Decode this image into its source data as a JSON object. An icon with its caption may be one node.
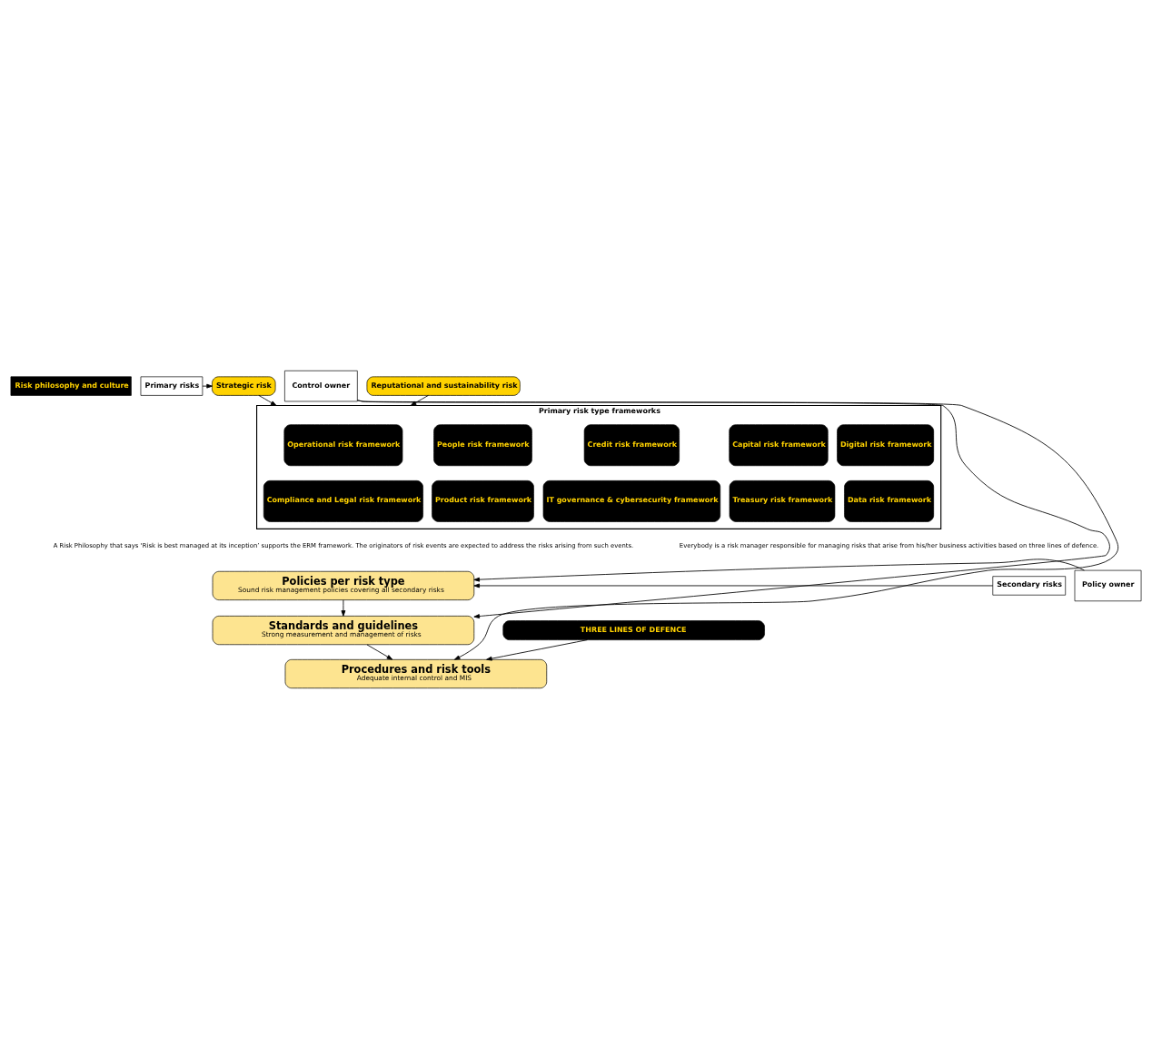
{
  "diagram": {
    "nodes": [
      {
        "text": [
          "Risk philosophy and culture"
        ]
      },
      {
        "text": [
          "Primary risks"
        ]
      },
      {
        "text": [
          "Secondary risks"
        ]
      },
      {
        "text": [
          "Strategic risk"
        ]
      },
      {
        "text": [
          "Primary risk type frameworks"
        ]
      },
      {
        "text": [
          "Operational risk framework"
        ],
        "in": 4
      },
      {
        "text": [
          "Capital risk framework"
        ],
        "in": 4
      },
      {
        "text": [
          "Credit risk framework"
        ],
        "in": 4
      },
      {
        "text": [
          "People risk framework"
        ],
        "in": 4
      },
      {
        "text": [
          "Digital risk framework"
        ],
        "in": 4
      },
      {
        "text": [
          "Compliance and Legal risk framework"
        ],
        "in": 4
      },
      {
        "text": [
          "Treasury risk framework"
        ],
        "in": 4
      },
      {
        "text": [
          "IT governance & cybersecurity framework"
        ],
        "in": 4
      },
      {
        "text": [
          "Product risk framework"
        ],
        "in": 4
      },
      {
        "text": [
          "Data risk framework"
        ],
        "in": 4
      },
      {
        "text": [
          "Reputational and sustainability risk"
        ]
      },
      {
        "text": [
          "Policies per risk type",
          "Sound risk management policies covering all secondary risks"
        ]
      },
      {
        "text": [
          "Standards and guidelines",
          "Strong measurement and management of risks"
        ]
      },
      {
        "text": [
          "Procedures and risk tools",
          "Adequate internal control and MIS"
        ]
      },
      {
        "text": [
          "Policy owner"
        ]
      },
      {
        "text": [
          "Control owner"
        ]
      },
      {
        "text": [
          "THREE LINES OF DEFENCE"
        ]
      }
    ],
    "edges": [
      {
        "from": 1,
        "to": 3,
        "arrow": "to"
      },
      {
        "from": 3,
        "to": 4,
        "arrow": "to"
      },
      {
        "from": 15,
        "to": 4,
        "arrow": "to"
      },
      {
        "from": 2,
        "to": 16,
        "arrow": "to"
      },
      {
        "from": 16,
        "to": 17,
        "arrow": "to"
      },
      {
        "from": 17,
        "to": 18,
        "arrow": "to"
      },
      {
        "from": 21,
        "to": 18,
        "arrow": "to"
      },
      {
        "from": 19,
        "to": 16,
        "arrow": "to"
      },
      {
        "from": 20,
        "to": 17,
        "arrow": "to"
      },
      {
        "from": 20,
        "to": 18,
        "arrow": "to"
      }
    ],
    "labels": [
      "A Risk Philosophy that says ‘Risk is best managed at its inception’ supports the ERM framework. The originators of risk events are expected to address the risks arising from such events.",
      "Everybody is a risk manager responsible for managing risks that arise from his/her business activities based on three lines of defence."
    ]
  }
}
